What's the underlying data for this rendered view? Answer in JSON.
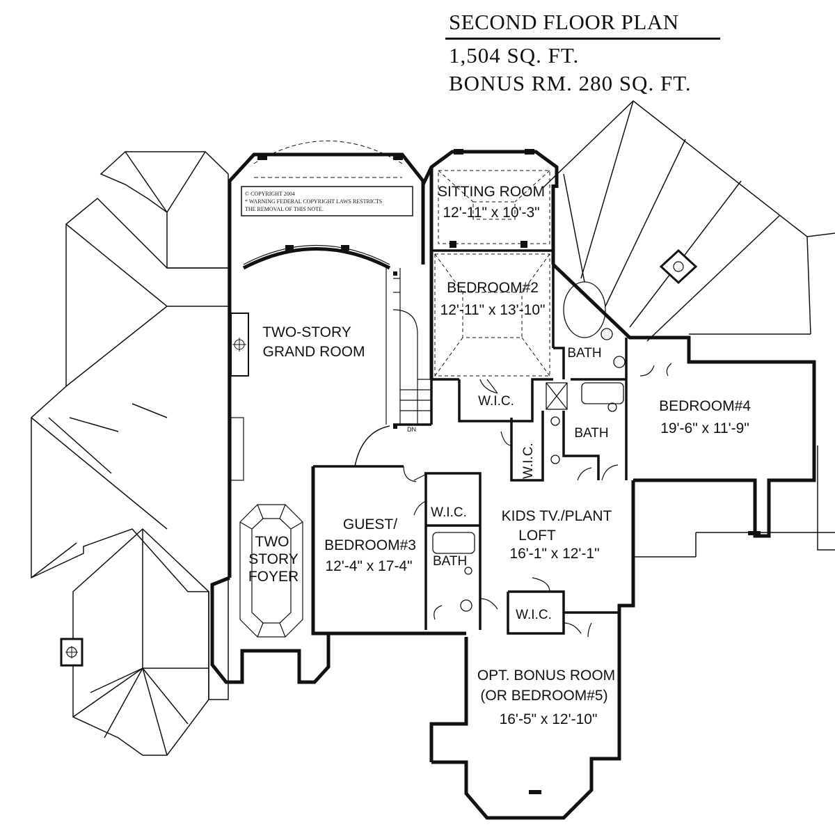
{
  "header": {
    "title": "SECOND FLOOR PLAN",
    "area": "1,504  SQ. FT.",
    "bonus": "BONUS  RM.  280  SQ.  FT."
  },
  "note": {
    "line1": "© COPYRIGHT 2004",
    "line2": "* WARNING FEDERAL COPYRIGHT LAWS RESTRICTS",
    "line3": "THE REMOVAL OF THIS NOTE."
  },
  "rooms": {
    "sitting": {
      "name": "SITTING  ROOM",
      "dims": "12'-11\" x 10'-3\""
    },
    "bedroom2": {
      "name": "BEDROOM#2",
      "dims": "12'-11\" x 13'-10\""
    },
    "grand": {
      "line1": "TWO-STORY",
      "line2": "GRAND  ROOM"
    },
    "bath1": {
      "name": "BATH"
    },
    "wic1": {
      "name": "W.I.C."
    },
    "bedroom4": {
      "name": "BEDROOM#4",
      "dims": "19'-6\" x 11'-9\""
    },
    "bath2": {
      "name": "BATH"
    },
    "wic2": {
      "name": "W.I.C."
    },
    "stair": {
      "name": "DN"
    },
    "guest": {
      "line1": "GUEST/",
      "line2": "BEDROOM#3",
      "dims": "12'-4\" x 17-4\""
    },
    "wic3": {
      "name": "W.I.C."
    },
    "bath3": {
      "name": "BATH"
    },
    "loft": {
      "line1": "KIDS TV./PLANT",
      "line2": "LOFT",
      "dims": "16'-1\" x 12'-1\""
    },
    "foyer": {
      "line1": "TWO",
      "line2": "STORY",
      "line3": "FOYER"
    },
    "wic4": {
      "name": "W.I.C."
    },
    "bonus": {
      "line1": "OPT. BONUS ROOM",
      "line2": "(OR BEDROOM#5)",
      "dims": "16'-5\" x 12'-10\""
    }
  }
}
